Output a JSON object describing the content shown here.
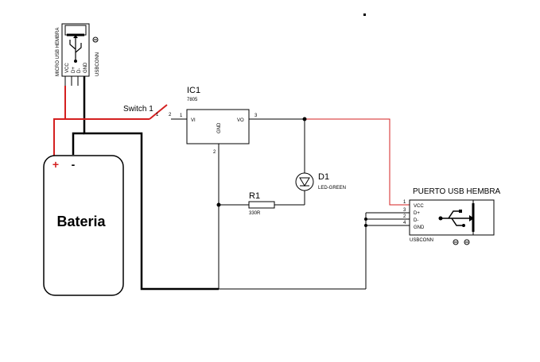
{
  "battery": {
    "label": "Bateria",
    "plus": "+",
    "minus": "-"
  },
  "switch": {
    "label": "Switch 1",
    "pin1": "1",
    "pin2": "2"
  },
  "regulator": {
    "ref": "IC1",
    "value": "7805",
    "vi": "VI",
    "vo": "VO",
    "gnd": "GND",
    "pin1": "1",
    "pin2": "2",
    "pin3": "3"
  },
  "diode": {
    "ref": "D1",
    "value": "LED-GREEN"
  },
  "resistor": {
    "ref": "R1",
    "value": "330R"
  },
  "usb_out": {
    "title": "PUERTO USB HEMBRA",
    "part": "USBCONN",
    "pins": [
      {
        "num": "1",
        "name": "VCC"
      },
      {
        "num": "3",
        "name": "D+"
      },
      {
        "num": "2",
        "name": "D-"
      },
      {
        "num": "4",
        "name": "GND"
      }
    ]
  },
  "usb_in": {
    "title": "MICRO USB HEMBRA",
    "part": "USBCONN",
    "pins": [
      "VCC",
      "D+",
      "D-",
      "GND"
    ]
  }
}
